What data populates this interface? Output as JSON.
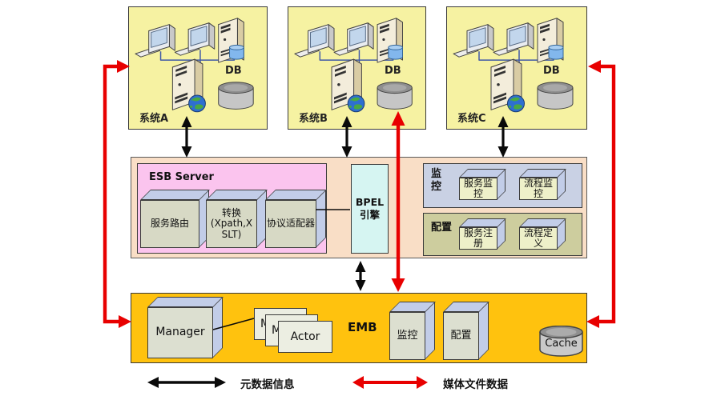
{
  "systems": [
    {
      "name": "系统A",
      "db_label": "DB"
    },
    {
      "name": "系统B",
      "db_label": "DB"
    },
    {
      "name": "系统C",
      "db_label": "DB"
    }
  ],
  "esb": {
    "title": "ESB Server",
    "components": [
      "服务路由",
      "转换 (Xpath,X SLT)",
      "协议适配器"
    ],
    "bpel": "BPEL 引擎"
  },
  "monitor_panel": {
    "label": "监控",
    "items": [
      "服务监控",
      "流程监控"
    ]
  },
  "config_panel": {
    "label": "配置",
    "items": [
      "服务注册",
      "流程定义"
    ]
  },
  "emb": {
    "label": "EMB",
    "manager": "Manager",
    "actor_cards": [
      "M",
      "M",
      "Actor"
    ],
    "monitor": "监控",
    "config": "配置",
    "cache": "Cache"
  },
  "legend": {
    "metadata": {
      "label": "元数据信息",
      "color": "#000000"
    },
    "media": {
      "label": "媒体文件数据",
      "color": "#e80000"
    }
  },
  "colors": {
    "system_fill": "#f6f2a2",
    "middle_fill": "#f9dec6",
    "esb_fill": "#fbc4ee",
    "bpel_fill": "#d6f5f2",
    "monitor_fill": "#c9d1e4",
    "config_fill": "#cdcd9e",
    "emb_fill": "#ffc20e",
    "arrow_black": "#000000",
    "arrow_red": "#e80000"
  }
}
